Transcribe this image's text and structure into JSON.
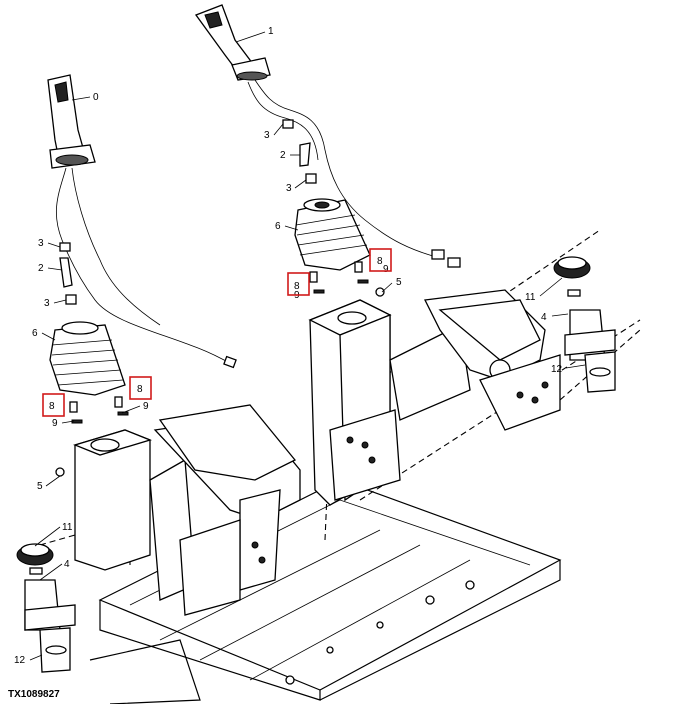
{
  "figure_id": "TX1089827",
  "callouts": {
    "c0": "0",
    "c1": "1",
    "c2": "2",
    "c3": "3",
    "c4": "4",
    "c5": "5",
    "c6": "6",
    "c8": "8",
    "c9": "9",
    "c11": "11",
    "c12": "12"
  },
  "highlight_color": "#d11a1a"
}
